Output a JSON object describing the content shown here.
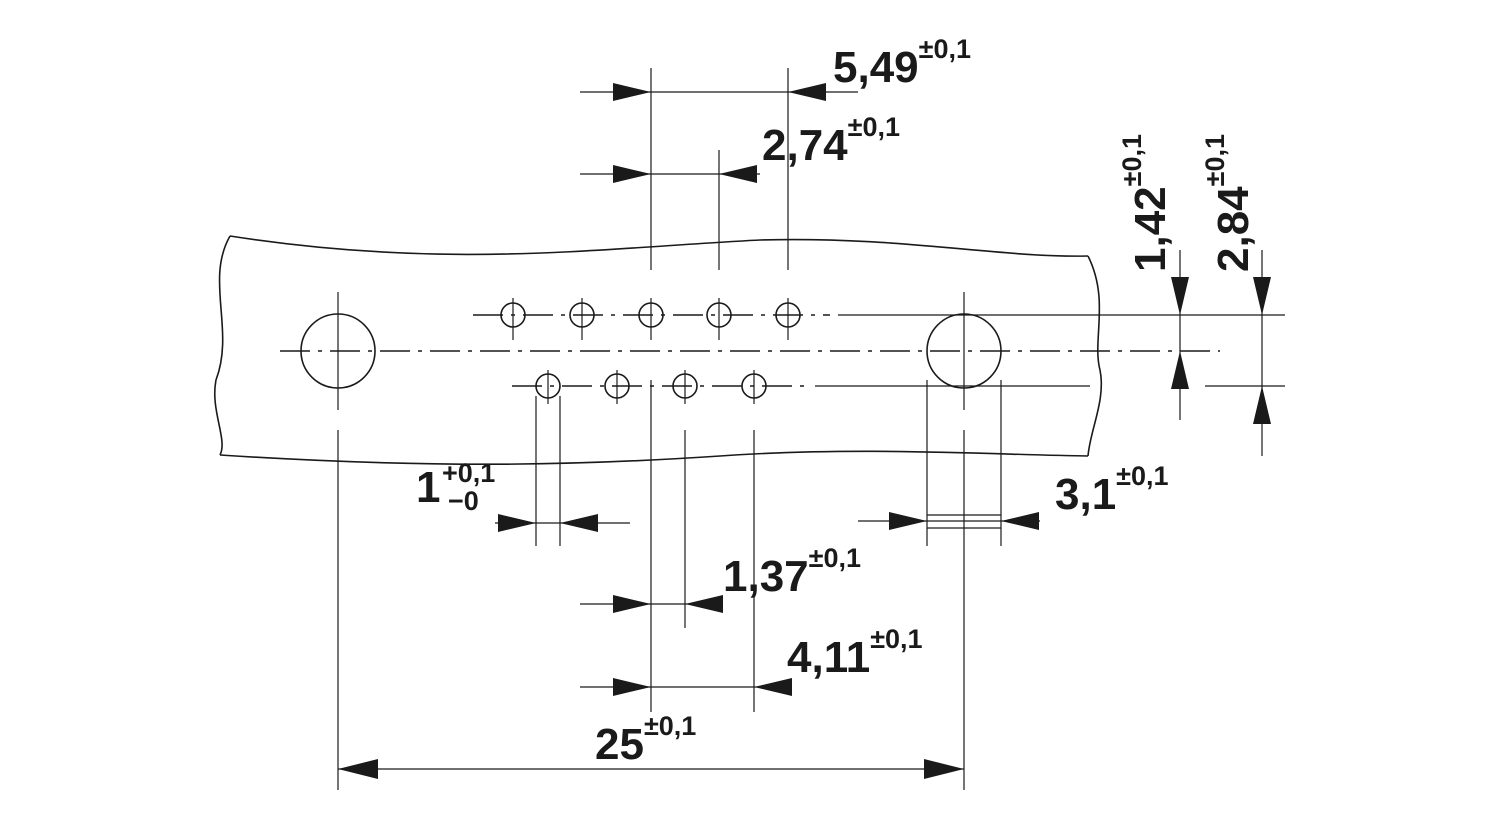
{
  "drawing": {
    "dimensions": {
      "pitch_double": {
        "value": "5,49",
        "tolerance": "±0,1"
      },
      "pitch": {
        "value": "2,74",
        "tolerance": "±0,1"
      },
      "half_row_offset": {
        "value": "1,42",
        "tolerance": "±0,1"
      },
      "row_spacing": {
        "value": "2,84",
        "tolerance": "±0,1"
      },
      "pin_hole": {
        "value": "1",
        "tolerance_upper": "+0,1",
        "tolerance_lower": "−0"
      },
      "mount_hole": {
        "value": "3,1",
        "tolerance": "±0,1"
      },
      "row_shift": {
        "value": "1,37",
        "tolerance": "±0,1"
      },
      "span": {
        "value": "4,11",
        "tolerance": "±0,1"
      },
      "mount_distance": {
        "value": "25",
        "tolerance": "±0,1"
      }
    }
  }
}
